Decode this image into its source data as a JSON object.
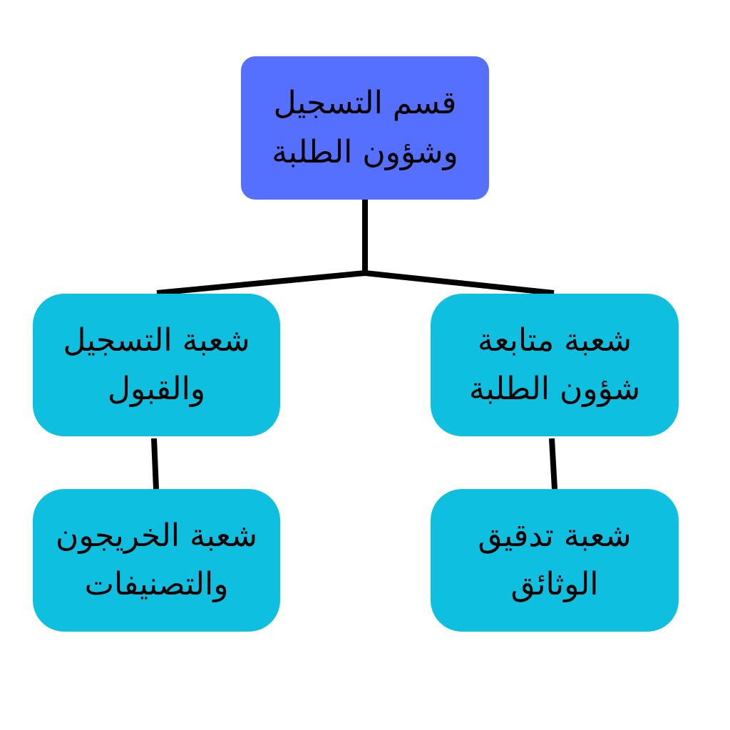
{
  "colors": {
    "root_fill": "#5570fe",
    "child_fill": "#0fbfe0",
    "connector": "#000000",
    "text": "#000000",
    "background": "#ffffff"
  },
  "nodes": {
    "root": {
      "line1": "قسم التسجيل",
      "line2": "وشؤون الطلبة"
    },
    "registration_admission": {
      "line1": "شعبة التسجيل",
      "line2": "والقبول"
    },
    "student_followup": {
      "line1": "شعبة متابعة",
      "line2": "شؤون الطلبة"
    },
    "graduates_classifications": {
      "line1": "شعبة الخريجون",
      "line2": "والتصنيفات"
    },
    "document_verification": {
      "line1": "شعبة تدقيق",
      "line2": "الوثائق"
    }
  },
  "edges": [
    {
      "from": "root",
      "to": "registration_admission"
    },
    {
      "from": "root",
      "to": "student_followup"
    },
    {
      "from": "registration_admission",
      "to": "graduates_classifications"
    },
    {
      "from": "student_followup",
      "to": "document_verification"
    }
  ]
}
